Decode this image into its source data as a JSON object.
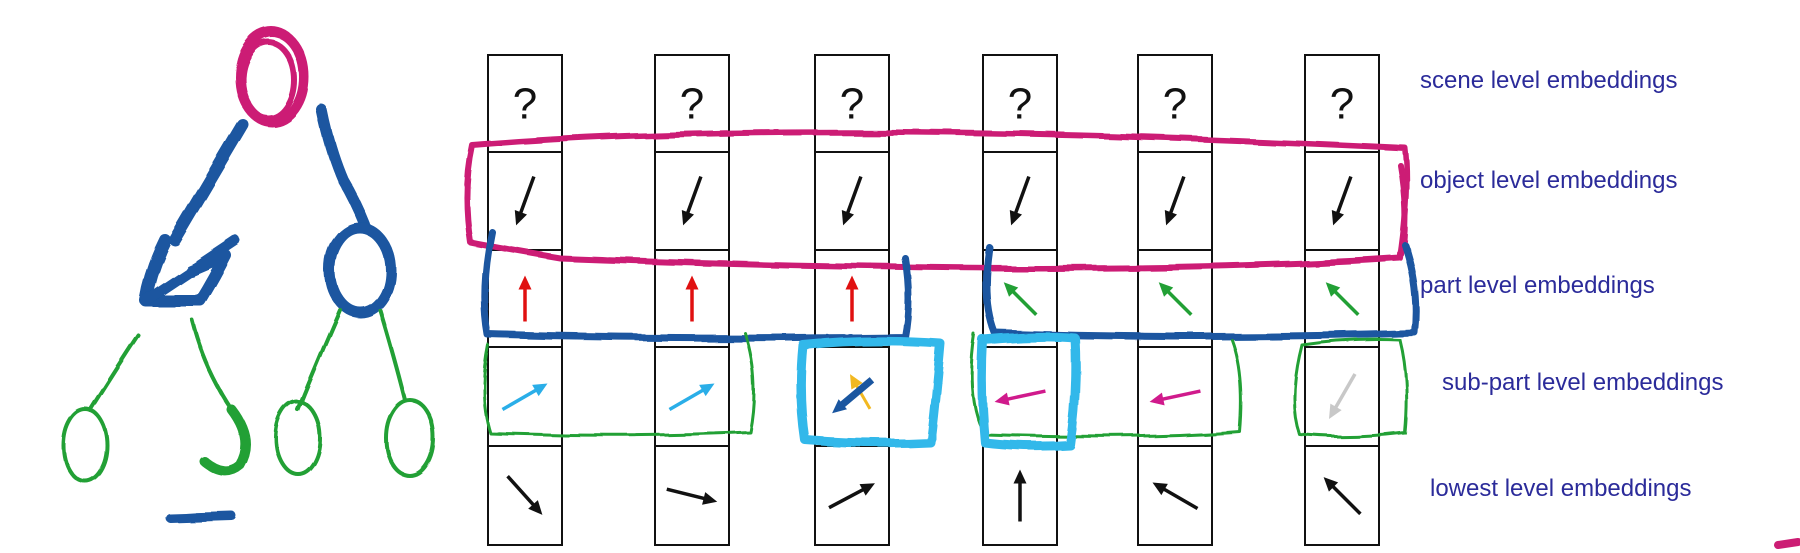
{
  "colors": {
    "label_text": "#2b2b9a",
    "column_border": "#111111",
    "magenta": "#cc1d74",
    "dark_blue": "#1a56a0",
    "green": "#22a035",
    "light_blue": "#33b8ea",
    "red": "#e01010",
    "cyan_arrow": "#2aaee8",
    "yellow_arrow": "#f2b820",
    "pink_arrow": "#d01a8c",
    "gray_arrow": "#c8c8c8"
  },
  "levels": [
    {
      "id": "scene",
      "label": "scene level embeddings"
    },
    {
      "id": "object",
      "label": "object level embeddings"
    },
    {
      "id": "part",
      "label": "part level embeddings"
    },
    {
      "id": "subpart",
      "label": "sub-part level embeddings"
    },
    {
      "id": "lowest",
      "label": "lowest level embeddings"
    }
  ],
  "columns": [
    {
      "scene": "?",
      "object": {
        "dir": 110,
        "color": "black"
      },
      "part": {
        "dir": -90,
        "color": "red"
      },
      "subpart": {
        "dir": -30,
        "color": "cyan"
      },
      "lowest": {
        "dir": 48,
        "color": "black"
      }
    },
    {
      "scene": "?",
      "object": {
        "dir": 110,
        "color": "black"
      },
      "part": {
        "dir": -90,
        "color": "red"
      },
      "subpart": {
        "dir": -30,
        "color": "cyan"
      },
      "lowest": {
        "dir": 14,
        "color": "black"
      }
    },
    {
      "scene": "?",
      "object": {
        "dir": 110,
        "color": "black"
      },
      "part": {
        "dir": -90,
        "color": "red"
      },
      "subpart": {
        "dir": 140,
        "color": "dark_blue",
        "extra": {
          "dir": -120,
          "color": "yellow"
        }
      },
      "lowest": {
        "dir": -28,
        "color": "black"
      }
    },
    {
      "scene": "?",
      "object": {
        "dir": 110,
        "color": "black"
      },
      "part": {
        "dir": -135,
        "color": "green"
      },
      "subpart": {
        "dir": 168,
        "color": "pink"
      },
      "lowest": {
        "dir": -90,
        "color": "black"
      }
    },
    {
      "scene": "?",
      "object": {
        "dir": 110,
        "color": "black"
      },
      "part": {
        "dir": -135,
        "color": "green"
      },
      "subpart": {
        "dir": 168,
        "color": "pink"
      },
      "lowest": {
        "dir": -150,
        "color": "black"
      }
    },
    {
      "scene": "?",
      "object": {
        "dir": 110,
        "color": "black"
      },
      "part": {
        "dir": -135,
        "color": "green"
      },
      "subpart": {
        "dir": 120,
        "color": "gray"
      },
      "lowest": {
        "dir": -135,
        "color": "black"
      }
    }
  ],
  "tree": {
    "root": {
      "color": "magenta"
    },
    "parts": [
      {
        "color": "dark_blue"
      },
      {
        "color": "dark_blue"
      }
    ],
    "subparts": [
      {
        "color": "green"
      },
      {
        "color": "green"
      },
      {
        "color": "green"
      },
      {
        "color": "green"
      }
    ]
  }
}
